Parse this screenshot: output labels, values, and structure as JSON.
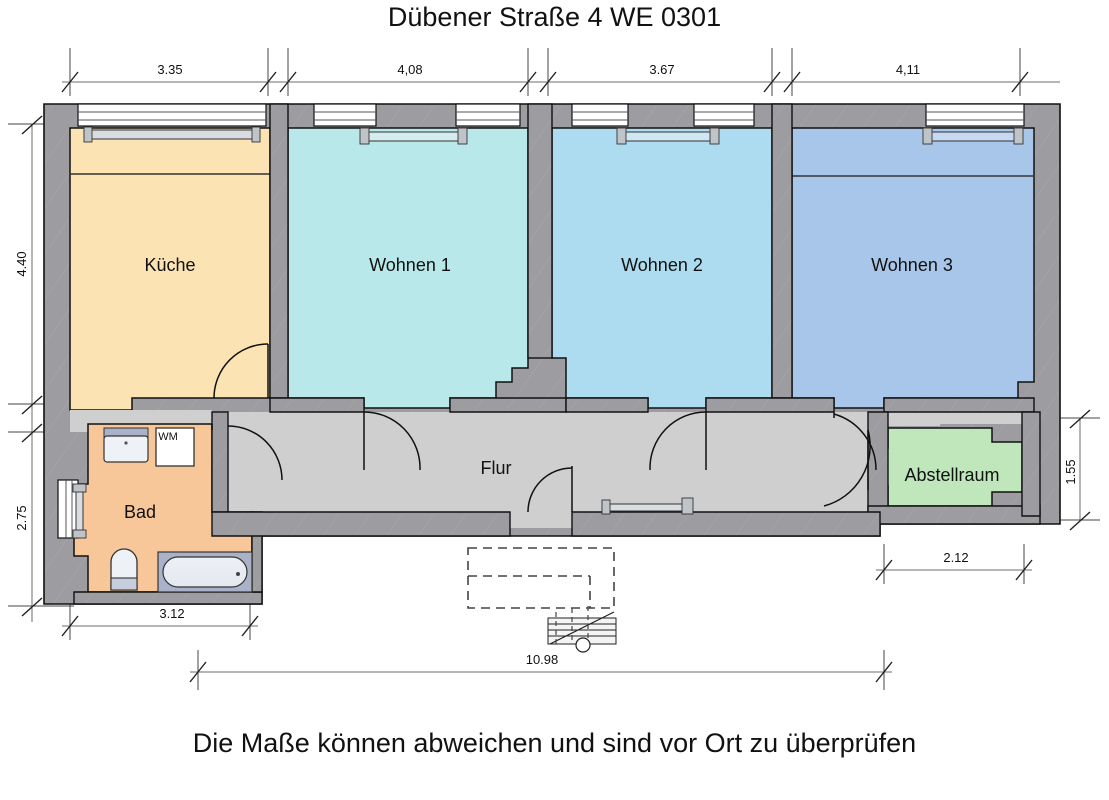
{
  "title": "Dübener Straße 4 WE 0301",
  "caption": "Die Maße können abweichen und sind vor Ort zu überprüfen",
  "rooms": [
    {
      "key": "kueche",
      "label": "Küche",
      "color": "#fbe3b3"
    },
    {
      "key": "wohnen1",
      "label": "Wohnen 1",
      "color": "#b8e8ea"
    },
    {
      "key": "wohnen2",
      "label": "Wohnen 2",
      "color": "#addcf0"
    },
    {
      "key": "wohnen3",
      "label": "Wohnen 3",
      "color": "#a8c6ea"
    },
    {
      "key": "flur",
      "label": "Flur",
      "color": "#cfcfcf"
    },
    {
      "key": "bad",
      "label": "Bad",
      "color": "#f8c799"
    },
    {
      "key": "abstellraum",
      "label": "Abstellraum",
      "color": "#bfe7bb"
    }
  ],
  "fixtures": {
    "washing_machine_label": "WM"
  },
  "dimensions": {
    "top": [
      {
        "value": "3.35"
      },
      {
        "value": "4,08"
      },
      {
        "value": "3.67"
      },
      {
        "value": "4,11"
      }
    ],
    "left": [
      {
        "value": "4.40"
      },
      {
        "value": "2.75"
      }
    ],
    "right": [
      {
        "value": "1.55"
      }
    ],
    "bottom_left": [
      {
        "value": "3.12"
      }
    ],
    "bottom_right": [
      {
        "value": "2.12"
      }
    ],
    "bottom_overall": [
      {
        "value": "10.98"
      }
    ]
  },
  "colors": {
    "wall_fill": "#9c9ca1",
    "wall_stroke": "#111111",
    "dim_line": "#6e6e6e",
    "glass": "#dfe6ee",
    "radiator": "#c9cdd2",
    "text": "#111111",
    "page_bg": "#ffffff"
  }
}
